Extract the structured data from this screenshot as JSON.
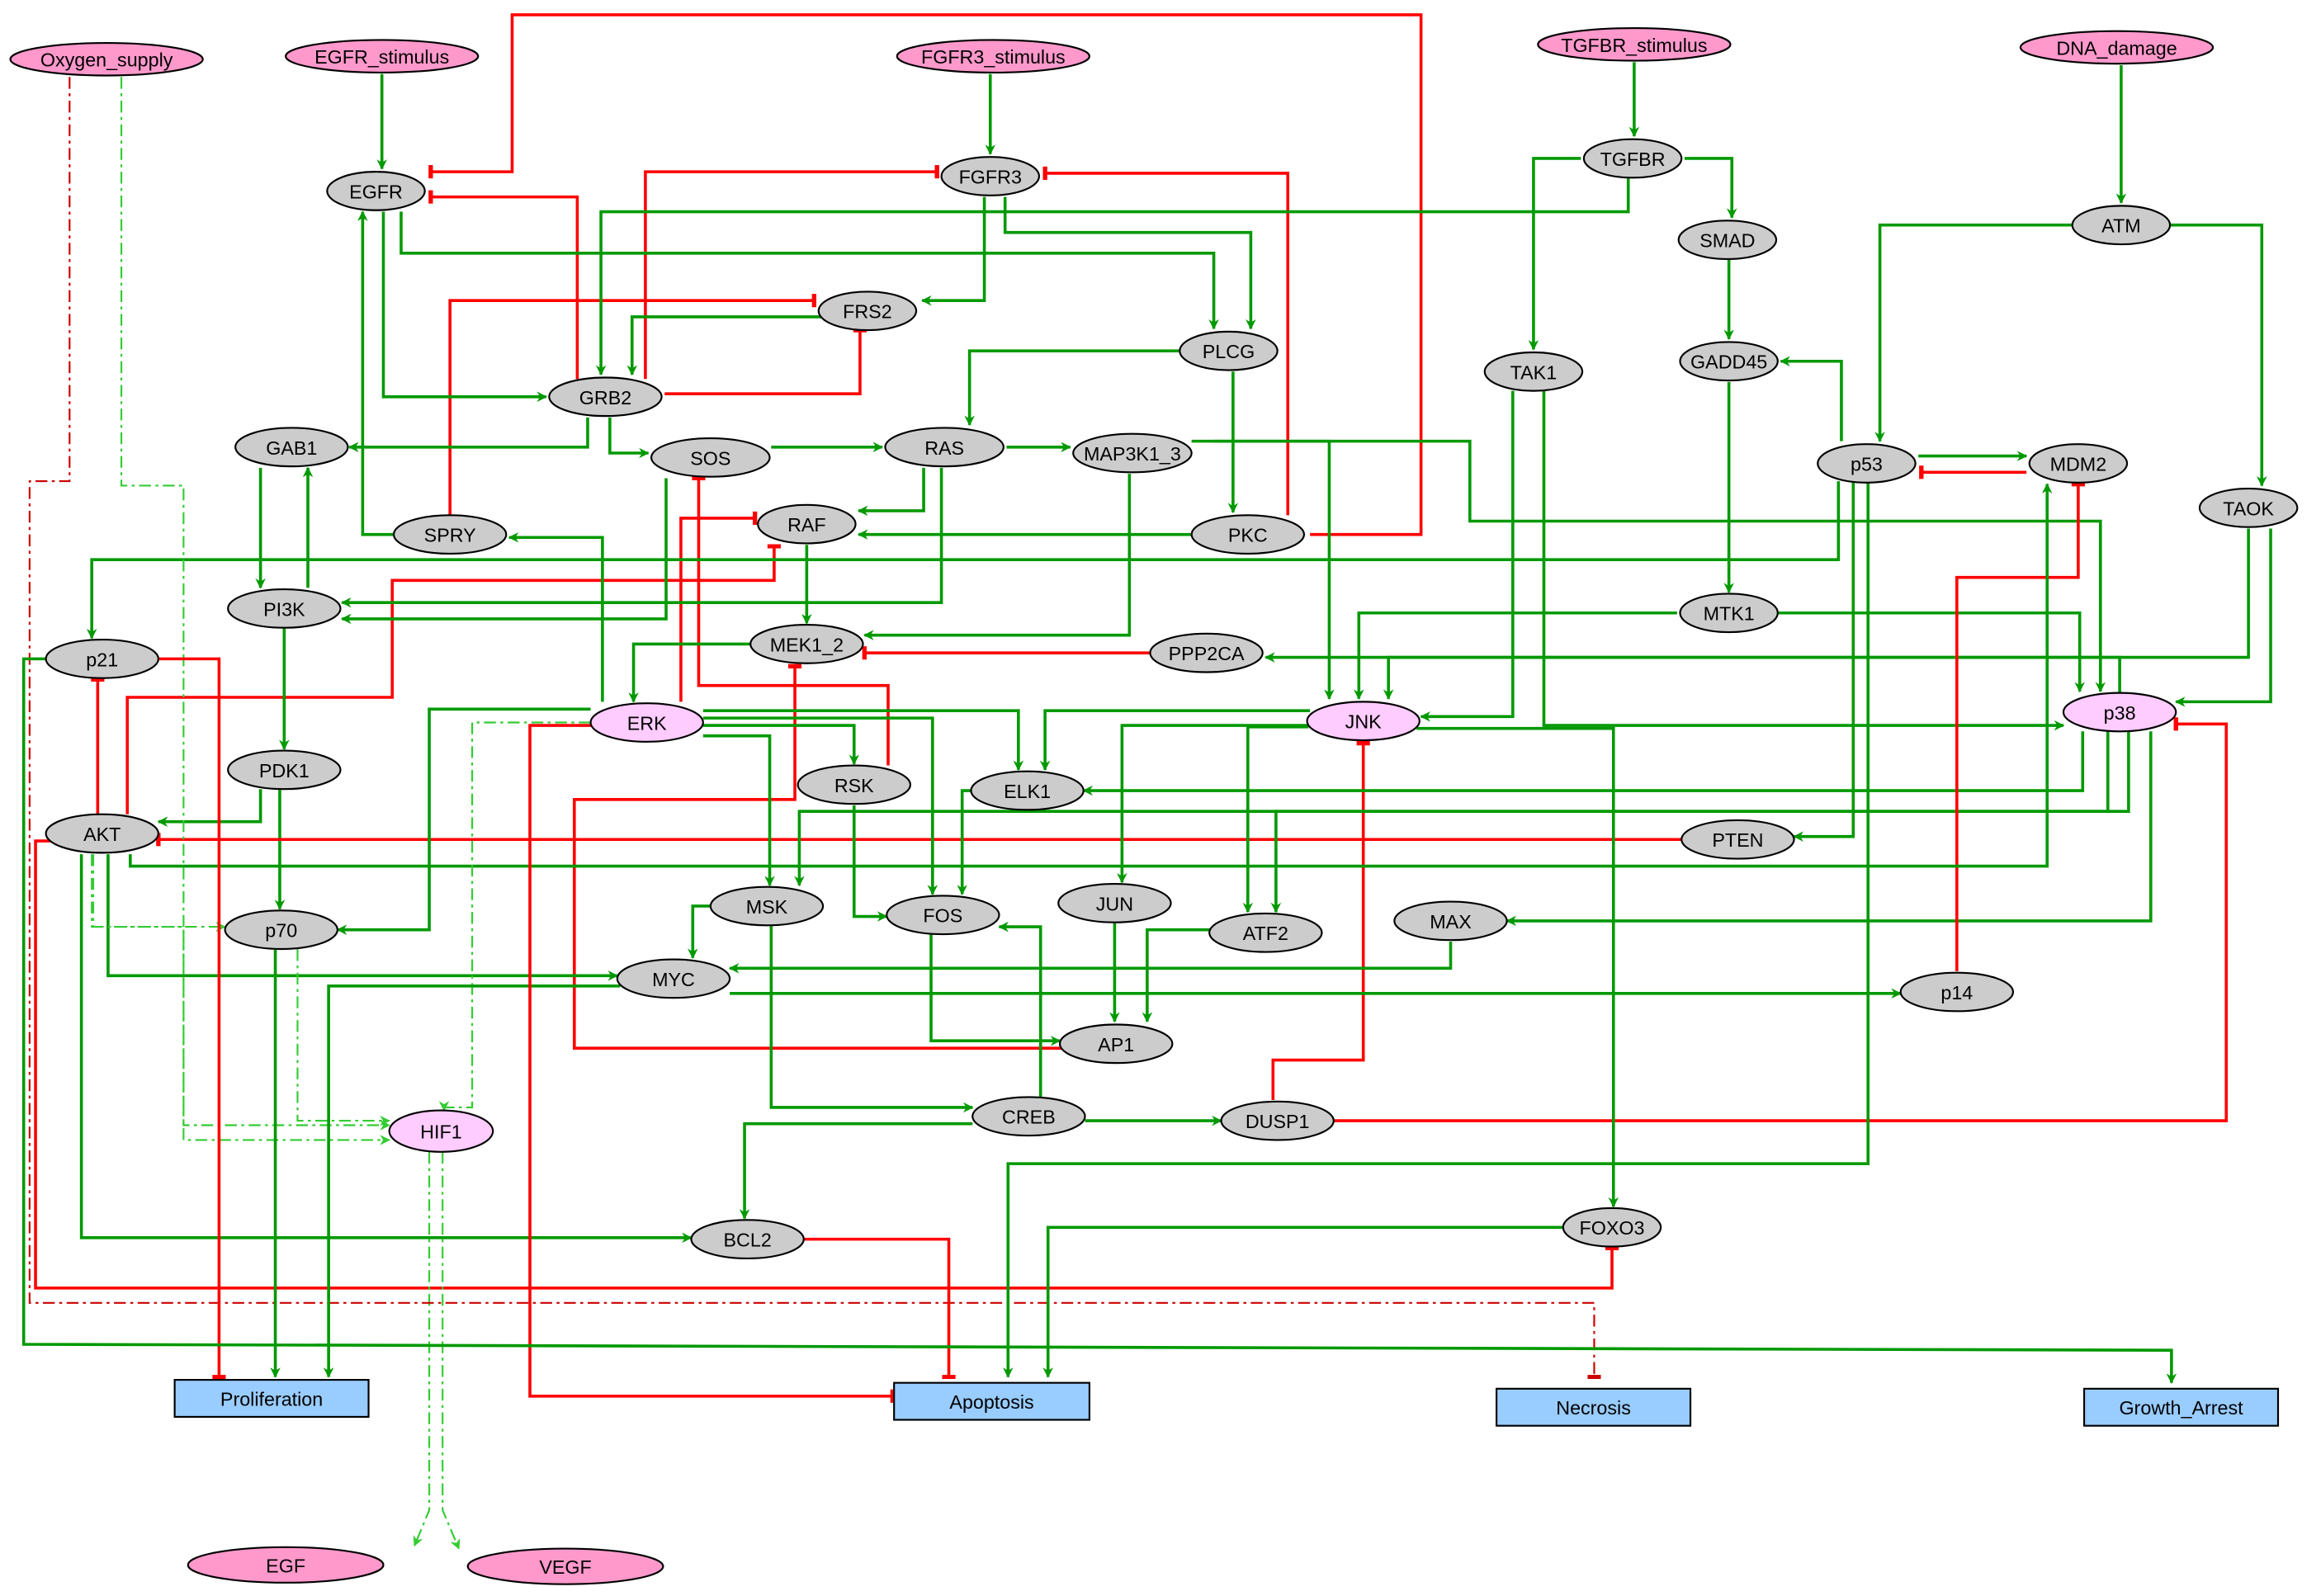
{
  "title": "Signaling network diagram",
  "colors": {
    "activation": "#009900",
    "inhibition": "#ff0000",
    "dashed_activation": "#33cc33",
    "dashed_inhibition": "#cc0000",
    "input_node": "#ff99cc",
    "internal_node": "#cccccc",
    "highlight_node": "#ffccff",
    "output_node": "#99ccff"
  },
  "nodes": [
    {
      "id": "Oxygen_supply",
      "label": "Oxygen_supply",
      "kind": "input"
    },
    {
      "id": "EGFR_stimulus",
      "label": "EGFR_stimulus",
      "kind": "input"
    },
    {
      "id": "FGFR3_stimulus",
      "label": "FGFR3_stimulus",
      "kind": "input"
    },
    {
      "id": "TGFBR_stimulus",
      "label": "TGFBR_stimulus",
      "kind": "input"
    },
    {
      "id": "DNA_damage",
      "label": "DNA_damage",
      "kind": "input"
    },
    {
      "id": "EGFR",
      "label": "EGFR",
      "kind": "internal"
    },
    {
      "id": "FGFR3",
      "label": "FGFR3",
      "kind": "internal"
    },
    {
      "id": "TGFBR",
      "label": "TGFBR",
      "kind": "internal"
    },
    {
      "id": "SMAD",
      "label": "SMAD",
      "kind": "internal"
    },
    {
      "id": "ATM",
      "label": "ATM",
      "kind": "internal"
    },
    {
      "id": "FRS2",
      "label": "FRS2",
      "kind": "internal"
    },
    {
      "id": "PLCG",
      "label": "PLCG",
      "kind": "internal"
    },
    {
      "id": "GRB2",
      "label": "GRB2",
      "kind": "internal"
    },
    {
      "id": "TAK1",
      "label": "TAK1",
      "kind": "internal"
    },
    {
      "id": "GADD45",
      "label": "GADD45",
      "kind": "internal"
    },
    {
      "id": "GAB1",
      "label": "GAB1",
      "kind": "internal"
    },
    {
      "id": "SOS",
      "label": "SOS",
      "kind": "internal"
    },
    {
      "id": "RAS",
      "label": "RAS",
      "kind": "internal"
    },
    {
      "id": "MAP3K1_3",
      "label": "MAP3K1_3",
      "kind": "internal"
    },
    {
      "id": "p53",
      "label": "p53",
      "kind": "internal"
    },
    {
      "id": "MDM2",
      "label": "MDM2",
      "kind": "internal"
    },
    {
      "id": "TAOK",
      "label": "TAOK",
      "kind": "internal"
    },
    {
      "id": "SPRY",
      "label": "SPRY",
      "kind": "internal"
    },
    {
      "id": "RAF",
      "label": "RAF",
      "kind": "internal"
    },
    {
      "id": "PKC",
      "label": "PKC",
      "kind": "internal"
    },
    {
      "id": "PI3K",
      "label": "PI3K",
      "kind": "internal"
    },
    {
      "id": "MTK1",
      "label": "MTK1",
      "kind": "internal"
    },
    {
      "id": "p21",
      "label": "p21",
      "kind": "internal"
    },
    {
      "id": "MEK1_2",
      "label": "MEK1_2",
      "kind": "internal"
    },
    {
      "id": "PPP2CA",
      "label": "PPP2CA",
      "kind": "internal"
    },
    {
      "id": "ERK",
      "label": "ERK",
      "kind": "highlight"
    },
    {
      "id": "JNK",
      "label": "JNK",
      "kind": "highlight"
    },
    {
      "id": "p38",
      "label": "p38",
      "kind": "highlight"
    },
    {
      "id": "PDK1",
      "label": "PDK1",
      "kind": "internal"
    },
    {
      "id": "RSK",
      "label": "RSK",
      "kind": "internal"
    },
    {
      "id": "ELK1",
      "label": "ELK1",
      "kind": "internal"
    },
    {
      "id": "AKT",
      "label": "AKT",
      "kind": "internal"
    },
    {
      "id": "PTEN",
      "label": "PTEN",
      "kind": "internal"
    },
    {
      "id": "p70",
      "label": "p70",
      "kind": "internal"
    },
    {
      "id": "MSK",
      "label": "MSK",
      "kind": "internal"
    },
    {
      "id": "FOS",
      "label": "FOS",
      "kind": "internal"
    },
    {
      "id": "JUN",
      "label": "JUN",
      "kind": "internal"
    },
    {
      "id": "ATF2",
      "label": "ATF2",
      "kind": "internal"
    },
    {
      "id": "MAX",
      "label": "MAX",
      "kind": "internal"
    },
    {
      "id": "MYC",
      "label": "MYC",
      "kind": "internal"
    },
    {
      "id": "p14",
      "label": "p14",
      "kind": "internal"
    },
    {
      "id": "AP1",
      "label": "AP1",
      "kind": "internal"
    },
    {
      "id": "CREB",
      "label": "CREB",
      "kind": "internal"
    },
    {
      "id": "DUSP1",
      "label": "DUSP1",
      "kind": "internal"
    },
    {
      "id": "HIF1",
      "label": "HIF1",
      "kind": "highlight"
    },
    {
      "id": "BCL2",
      "label": "BCL2",
      "kind": "internal"
    },
    {
      "id": "FOXO3",
      "label": "FOXO3",
      "kind": "internal"
    },
    {
      "id": "Proliferation",
      "label": "Proliferation",
      "kind": "output"
    },
    {
      "id": "Apoptosis",
      "label": "Apoptosis",
      "kind": "output"
    },
    {
      "id": "Necrosis",
      "label": "Necrosis",
      "kind": "output"
    },
    {
      "id": "Growth_Arrest",
      "label": "Growth_Arrest",
      "kind": "output"
    },
    {
      "id": "EGF",
      "label": "EGF",
      "kind": "input"
    },
    {
      "id": "VEGF",
      "label": "VEGF",
      "kind": "input"
    }
  ],
  "edges": [
    {
      "source": "EGFR_stimulus",
      "target": "EGFR",
      "type": "activation"
    },
    {
      "source": "FGFR3_stimulus",
      "target": "FGFR3",
      "type": "activation"
    },
    {
      "source": "TGFBR_stimulus",
      "target": "TGFBR",
      "type": "activation"
    },
    {
      "source": "DNA_damage",
      "target": "ATM",
      "type": "activation"
    },
    {
      "source": "PKC",
      "target": "EGFR",
      "type": "inhibition"
    },
    {
      "source": "GRB2",
      "target": "EGFR",
      "type": "inhibition"
    },
    {
      "source": "GRB2",
      "target": "FGFR3",
      "type": "inhibition"
    },
    {
      "source": "PKC",
      "target": "FGFR3",
      "type": "inhibition"
    },
    {
      "source": "SPRY",
      "target": "FRS2",
      "type": "inhibition"
    },
    {
      "source": "GRB2",
      "target": "FRS2",
      "type": "inhibition"
    },
    {
      "source": "FGFR3",
      "target": "FRS2",
      "type": "activation"
    },
    {
      "source": "FRS2",
      "target": "GRB2",
      "type": "activation"
    },
    {
      "source": "TGFBR",
      "target": "GRB2",
      "type": "activation"
    },
    {
      "source": "EGFR",
      "target": "GRB2",
      "type": "activation"
    },
    {
      "source": "EGFR",
      "target": "PLCG",
      "type": "activation"
    },
    {
      "source": "FGFR3",
      "target": "PLCG",
      "type": "activation"
    },
    {
      "source": "TGFBR",
      "target": "SMAD",
      "type": "activation"
    },
    {
      "source": "TGFBR",
      "target": "TAK1",
      "type": "activation"
    },
    {
      "source": "SMAD",
      "target": "GADD45",
      "type": "activation"
    },
    {
      "source": "p53",
      "target": "GADD45",
      "type": "activation"
    },
    {
      "source": "ATM",
      "target": "p53",
      "type": "activation"
    },
    {
      "source": "ATM",
      "target": "TAOK",
      "type": "activation"
    },
    {
      "source": "p53",
      "target": "MDM2",
      "type": "activation"
    },
    {
      "source": "MDM2",
      "target": "p53",
      "type": "inhibition"
    },
    {
      "source": "GRB2",
      "target": "GAB1",
      "type": "activation"
    },
    {
      "source": "GRB2",
      "target": "SOS",
      "type": "activation"
    },
    {
      "source": "SOS",
      "target": "RAS",
      "type": "activation"
    },
    {
      "source": "PLCG",
      "target": "RAS",
      "type": "activation"
    },
    {
      "source": "RAS",
      "target": "MAP3K1_3",
      "type": "activation"
    },
    {
      "source": "PLCG",
      "target": "PKC",
      "type": "activation"
    },
    {
      "source": "RAS",
      "target": "RAF",
      "type": "activation"
    },
    {
      "source": "PKC",
      "target": "RAF",
      "type": "activation"
    },
    {
      "source": "ERK",
      "target": "RAF",
      "type": "inhibition"
    },
    {
      "source": "AKT",
      "target": "RAF",
      "type": "inhibition"
    },
    {
      "source": "RSK",
      "target": "SOS",
      "type": "inhibition"
    },
    {
      "source": "ERK",
      "target": "SPRY",
      "type": "activation"
    },
    {
      "source": "SPRY",
      "target": "EGFR",
      "type": "activation"
    },
    {
      "source": "GAB1",
      "target": "PI3K",
      "type": "activation"
    },
    {
      "source": "PI3K",
      "target": "GAB1",
      "type": "activation"
    },
    {
      "source": "RAS",
      "target": "PI3K",
      "type": "activation"
    },
    {
      "source": "SOS",
      "target": "PI3K",
      "type": "activation"
    },
    {
      "source": "p53",
      "target": "p21",
      "type": "activation"
    },
    {
      "source": "RAF",
      "target": "MEK1_2",
      "type": "activation"
    },
    {
      "source": "MAP3K1_3",
      "target": "MEK1_2",
      "type": "activation"
    },
    {
      "source": "PPP2CA",
      "target": "MEK1_2",
      "type": "inhibition"
    },
    {
      "source": "AP1",
      "target": "MEK1_2",
      "type": "inhibition"
    },
    {
      "source": "MEK1_2",
      "target": "ERK",
      "type": "activation"
    },
    {
      "source": "p38",
      "target": "PPP2CA",
      "type": "activation"
    },
    {
      "source": "MTK1",
      "target": "JNK",
      "type": "activation"
    },
    {
      "source": "MAP3K1_3",
      "target": "JNK",
      "type": "activation"
    },
    {
      "source": "TAOK",
      "target": "JNK",
      "type": "activation"
    },
    {
      "source": "TAK1",
      "target": "JNK",
      "type": "activation"
    },
    {
      "source": "DUSP1",
      "target": "JNK",
      "type": "inhibition"
    },
    {
      "source": "GADD45",
      "target": "MTK1",
      "type": "activation"
    },
    {
      "source": "MTK1",
      "target": "p38",
      "type": "activation"
    },
    {
      "source": "MAP3K1_3",
      "target": "p38",
      "type": "activation"
    },
    {
      "source": "TAOK",
      "target": "p38",
      "type": "activation"
    },
    {
      "source": "TAK1",
      "target": "p38",
      "type": "activation"
    },
    {
      "source": "DUSP1",
      "target": "p38",
      "type": "inhibition"
    },
    {
      "source": "PI3K",
      "target": "PDK1",
      "type": "activation"
    },
    {
      "source": "PDK1",
      "target": "AKT",
      "type": "activation"
    },
    {
      "source": "PDK1",
      "target": "p70",
      "type": "activation"
    },
    {
      "source": "PTEN",
      "target": "AKT",
      "type": "inhibition"
    },
    {
      "source": "AKT",
      "target": "p21",
      "type": "inhibition"
    },
    {
      "source": "p53",
      "target": "PTEN",
      "type": "activation"
    },
    {
      "source": "ERK",
      "target": "RSK",
      "type": "activation"
    },
    {
      "source": "ERK",
      "target": "ELK1",
      "type": "activation"
    },
    {
      "source": "JNK",
      "target": "ELK1",
      "type": "activation"
    },
    {
      "source": "p38",
      "target": "ELK1",
      "type": "activation"
    },
    {
      "source": "ERK",
      "target": "p70",
      "type": "activation"
    },
    {
      "source": "AKT",
      "target": "p70",
      "type": "dashed_activation"
    },
    {
      "source": "ERK",
      "target": "MSK",
      "type": "activation"
    },
    {
      "source": "p38",
      "target": "MSK",
      "type": "activation"
    },
    {
      "source": "ERK",
      "target": "FOS",
      "type": "activation"
    },
    {
      "source": "RSK",
      "target": "FOS",
      "type": "activation"
    },
    {
      "source": "ELK1",
      "target": "FOS",
      "type": "activation"
    },
    {
      "source": "CREB",
      "target": "FOS",
      "type": "activation"
    },
    {
      "source": "JNK",
      "target": "JUN",
      "type": "activation"
    },
    {
      "source": "JNK",
      "target": "ATF2",
      "type": "activation"
    },
    {
      "source": "p38",
      "target": "ATF2",
      "type": "activation"
    },
    {
      "source": "p38",
      "target": "MAX",
      "type": "activation"
    },
    {
      "source": "MSK",
      "target": "MYC",
      "type": "activation"
    },
    {
      "source": "MAX",
      "target": "MYC",
      "type": "activation"
    },
    {
      "source": "AKT",
      "target": "MYC",
      "type": "activation"
    },
    {
      "source": "MYC",
      "target": "p14",
      "type": "activation"
    },
    {
      "source": "p14",
      "target": "MDM2",
      "type": "inhibition"
    },
    {
      "source": "AKT",
      "target": "MDM2",
      "type": "activation"
    },
    {
      "source": "FOS",
      "target": "AP1",
      "type": "activation"
    },
    {
      "source": "JUN",
      "target": "AP1",
      "type": "activation"
    },
    {
      "source": "ATF2",
      "target": "AP1",
      "type": "activation"
    },
    {
      "source": "MSK",
      "target": "CREB",
      "type": "activation"
    },
    {
      "source": "CREB",
      "target": "DUSP1",
      "type": "activation"
    },
    {
      "source": "CREB",
      "target": "BCL2",
      "type": "activation"
    },
    {
      "source": "AKT",
      "target": "BCL2",
      "type": "activation"
    },
    {
      "source": "JNK",
      "target": "FOXO3",
      "type": "activation"
    },
    {
      "source": "AKT",
      "target": "FOXO3",
      "type": "inhibition"
    },
    {
      "source": "ERK",
      "target": "HIF1",
      "type": "dashed_activation"
    },
    {
      "source": "AKT",
      "target": "HIF1",
      "type": "dashed_activation"
    },
    {
      "source": "p70",
      "target": "HIF1",
      "type": "dashed_activation"
    },
    {
      "source": "Oxygen_supply",
      "target": "HIF1",
      "type": "dashed_activation"
    },
    {
      "source": "HIF1",
      "target": "EGF",
      "type": "dashed_activation"
    },
    {
      "source": "HIF1",
      "target": "VEGF",
      "type": "dashed_activation"
    },
    {
      "source": "Oxygen_supply",
      "target": "Necrosis",
      "type": "dashed_inhibition"
    },
    {
      "source": "p21",
      "target": "Proliferation",
      "type": "inhibition"
    },
    {
      "source": "p70",
      "target": "Proliferation",
      "type": "activation"
    },
    {
      "source": "MYC",
      "target": "Proliferation",
      "type": "activation"
    },
    {
      "source": "ERK",
      "target": "Apoptosis",
      "type": "inhibition"
    },
    {
      "source": "BCL2",
      "target": "Apoptosis",
      "type": "inhibition"
    },
    {
      "source": "p53",
      "target": "Apoptosis",
      "type": "activation"
    },
    {
      "source": "FOXO3",
      "target": "Apoptosis",
      "type": "activation"
    },
    {
      "source": "p21",
      "target": "Growth_Arrest",
      "type": "activation"
    }
  ]
}
